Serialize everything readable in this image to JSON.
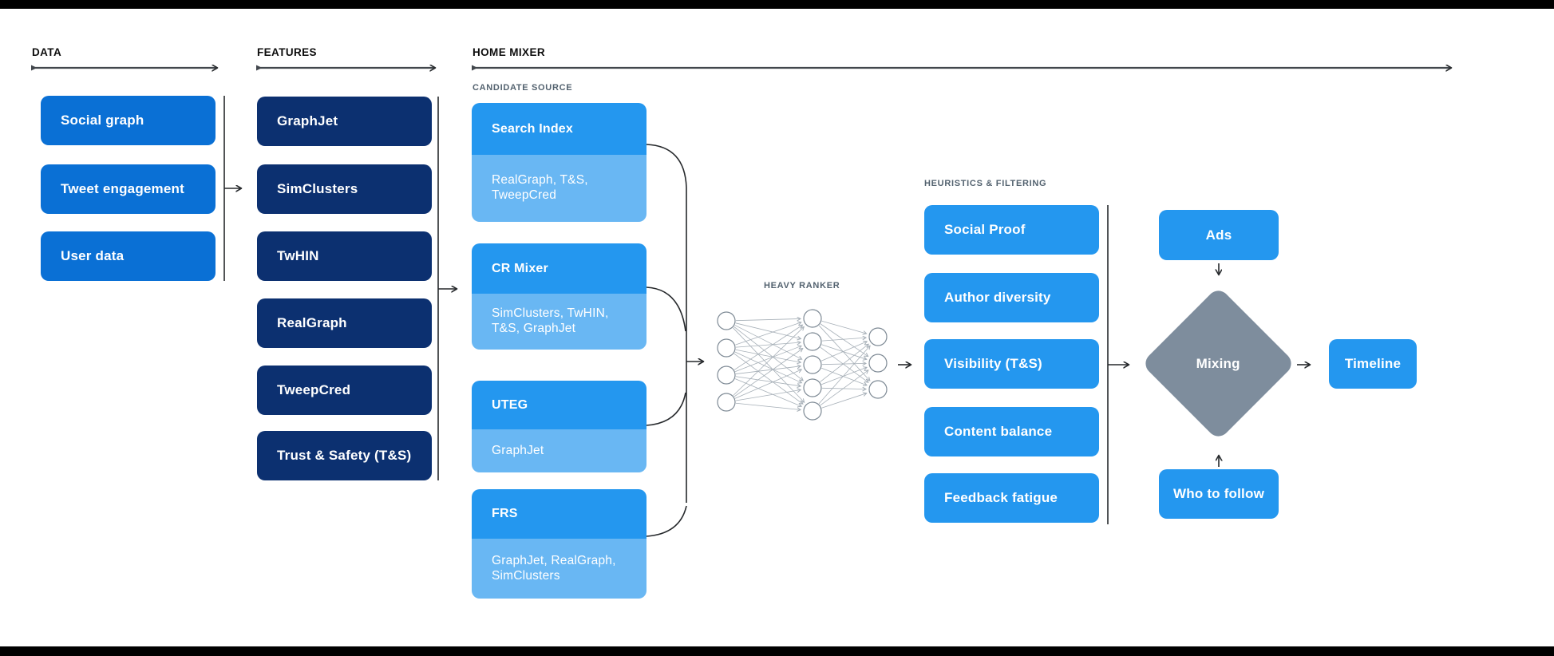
{
  "palette": {
    "data_box_blue": "#0a70d5",
    "features_box_navy": "#0c3070",
    "primary_blue": "#2497ef",
    "light_blue": "#69b7f3",
    "diamond_gray": "#7e8d9d",
    "frame_black": "#000000",
    "header_text": "#0d0d0d",
    "sublabel_text": "#53626f",
    "box_text": "#ffffff",
    "connector": "#26292c",
    "header_line": "#42474d",
    "nn_line": "#a7b0b8",
    "nn_node_stroke": "#7e8a95"
  },
  "headers": {
    "data": "DATA",
    "features": "FEATURES",
    "home_mixer": "HOME MIXER"
  },
  "sublabels": {
    "candidate_source": "CANDIDATE SOURCE",
    "heavy_ranker": "HEAVY RANKER",
    "heuristics_filtering": "HEURISTICS & FILTERING"
  },
  "data_sources": {
    "items": [
      {
        "label": "Social graph"
      },
      {
        "label": "Tweet engagement"
      },
      {
        "label": "User data"
      }
    ]
  },
  "features": {
    "items": [
      {
        "label": "GraphJet"
      },
      {
        "label": "SimClusters"
      },
      {
        "label": "TwHIN"
      },
      {
        "label": "RealGraph"
      },
      {
        "label": "TweepCred"
      },
      {
        "label": "Trust & Safety (T&S)"
      }
    ]
  },
  "candidate_sources": {
    "items": [
      {
        "title": "Search Index",
        "features_used": "RealGraph, T&S, TweepCred"
      },
      {
        "title": "CR Mixer",
        "features_used": "SimClusters, TwHIN, T&S, GraphJet"
      },
      {
        "title": "UTEG",
        "features_used": "GraphJet"
      },
      {
        "title": "FRS",
        "features_used": "GraphJet, RealGraph, SimClusters"
      }
    ]
  },
  "heuristics": {
    "items": [
      {
        "label": "Social Proof"
      },
      {
        "label": "Author diversity"
      },
      {
        "label": "Visibility (T&S)"
      },
      {
        "label": "Content balance"
      },
      {
        "label": "Feedback fatigue"
      }
    ]
  },
  "mixing_stage": {
    "ads": "Ads",
    "mixing": "Mixing",
    "who_to_follow": "Who to follow",
    "timeline": "Timeline"
  }
}
